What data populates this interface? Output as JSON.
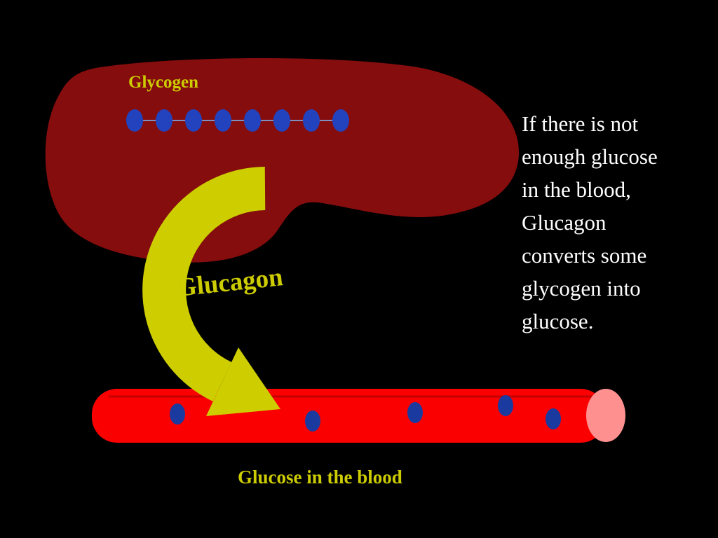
{
  "slide": {
    "labels": {
      "glycogen": "Glycogen",
      "glucagon": "Glucagon",
      "blood": "Glucose in the blood"
    },
    "side_text": "If there is not\nenough glucose\nin the blood,\nGlucagon\nconverts some\nglycogen into\nglucose.",
    "colors": {
      "background": "#000000",
      "liver": "#850d0d",
      "accent_yellow": "#cccc00",
      "arrow_yellow": "#cdcd00",
      "vessel_red": "#fa0000",
      "vessel_cap_pink": "#ff9090",
      "chain_glucose_blue": "#2343be",
      "blood_glucose_blue": "#1b3aa0",
      "text_white": "#ffffff"
    },
    "diagram": {
      "glycogen_unit_count": 8,
      "blood_glucose_count": 5
    }
  }
}
